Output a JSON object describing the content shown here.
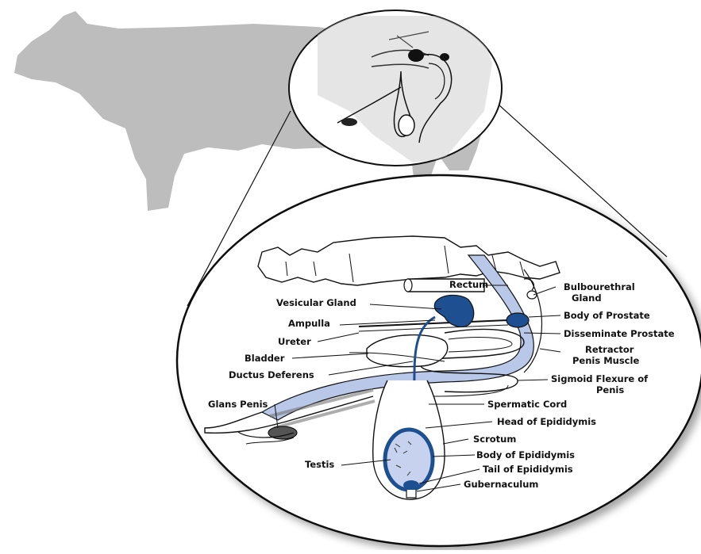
{
  "figure": {
    "colors": {
      "silhouette": "#bdbdbd",
      "organ_blue": "#1d4f91",
      "duct_light_blue": "#b9c8e8",
      "outline": "#111111",
      "background": "#ffffff"
    },
    "labels": {
      "rectum": "Rectum",
      "bulbourethral_line1": "Bulbourethral",
      "bulbourethral_line2": "Gland",
      "vesicular_gland": "Vesicular Gland",
      "body_of_prostate": "Body of Prostate",
      "ampulla": "Ampulla",
      "disseminate_prostate": "Disseminate Prostate",
      "ureter": "Ureter",
      "retractor_line1": "Retractor",
      "retractor_line2": "Penis Muscle",
      "bladder": "Bladder",
      "ductus_deferens": "Ductus Deferens",
      "sigmoid_line1": "Sigmoid Flexure of",
      "sigmoid_line2": "Penis",
      "glans_penis": "Glans Penis",
      "spermatic_cord": "Spermatic Cord",
      "head_of_epididymis": "Head of Epididymis",
      "scrotum": "Scrotum",
      "testis": "Testis",
      "body_of_epididymis": "Body of Epididymis",
      "tail_of_epididymis": "Tail of Epididymis",
      "gubernaculum": "Gubernaculum"
    }
  }
}
